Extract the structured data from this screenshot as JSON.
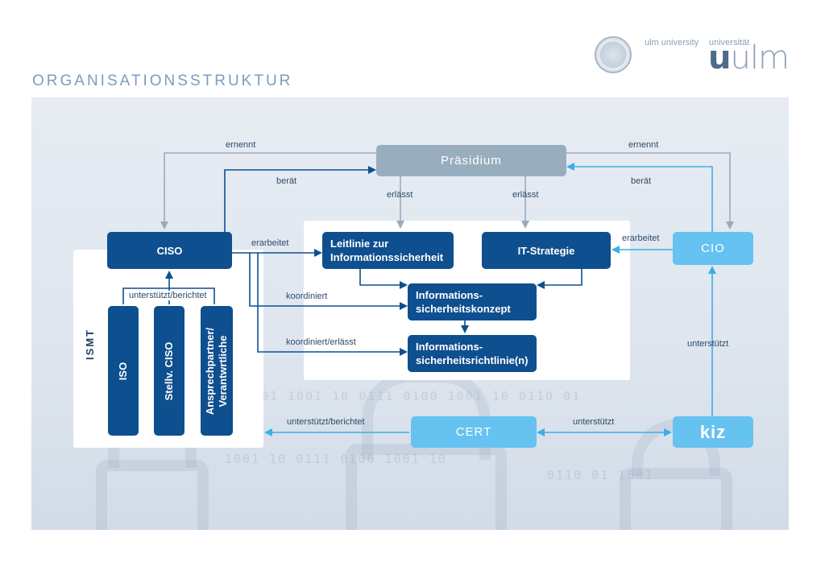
{
  "header": {
    "title": "ORGANISATIONSSTRUKTUR",
    "logo": {
      "subtitle_en": "ulm university",
      "subtitle_de": "universität",
      "wordmark_u": "u",
      "wordmark_rest": "ulm"
    }
  },
  "nodes": {
    "praesidium": "Präsidium",
    "ciso": "CISO",
    "cio": "CIO",
    "leitlinie": "Leitlinie zur Informationssicherheit",
    "it_strategie": "IT-Strategie",
    "konzept": "Informations-sicherheitskonzept",
    "richtlinie": "Informations-sicherheitsrichtlinie(n)",
    "cert": "CERT",
    "kiz": "kiz",
    "iso": "ISO",
    "stellv_ciso": "Stellv. CISO",
    "ansprechpartner": "Ansprechpartner/ Verantwrtliche",
    "ismt": "ISMT"
  },
  "edge_labels": {
    "ernennt_left": "ernennt",
    "ernennt_right": "ernennt",
    "beraet_left": "berät",
    "beraet_right": "berät",
    "erlaesst_1": "erlässt",
    "erlaesst_2": "erlässt",
    "erarbeitet_left": "erarbeitet",
    "erarbeitet_right": "erarbeitet",
    "koordiniert": "koordiniert",
    "koordiniert_erlaesst": "koordiniert/erlässt",
    "unterstuetzt_berichtet_top": "unterstützt/berichtet",
    "unterstuetzt_berichtet_cert": "unterstützt/berichtet",
    "unterstuetzt_cert_kiz": "unterstützt",
    "unterstuetzt_kiz_cio": "unterstützt"
  },
  "colors": {
    "dark_node": "#0e4f8f",
    "light_node": "#66c2f0",
    "grey_node": "#98aebf",
    "arrow_dark": "#0e4f8f",
    "arrow_light": "#3aaee8",
    "arrow_grey": "#9aabbb"
  }
}
